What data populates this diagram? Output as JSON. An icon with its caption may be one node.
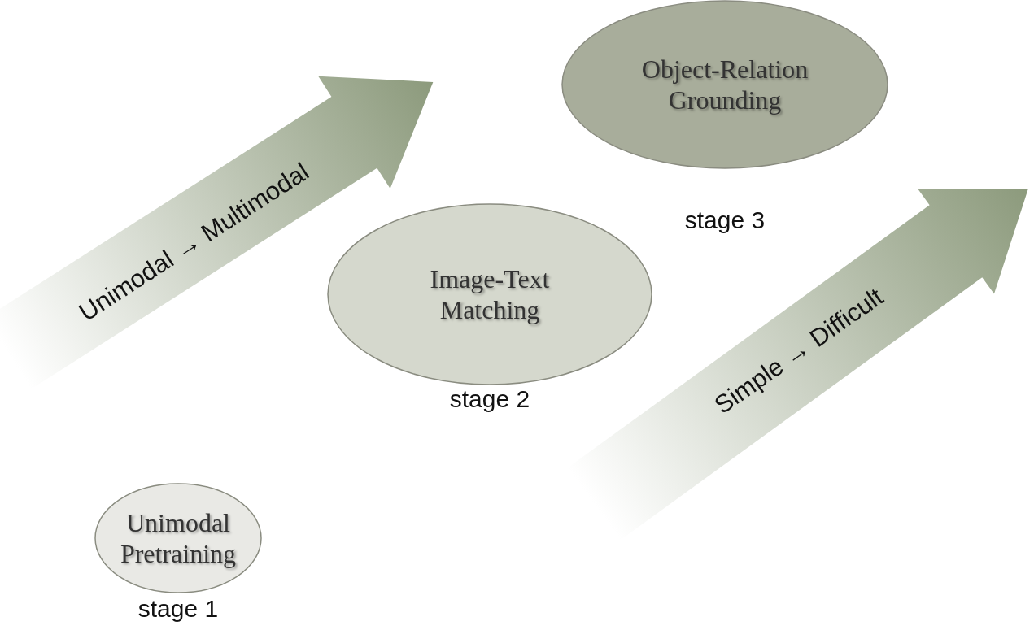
{
  "diagram": {
    "nodes": [
      {
        "text": [
          "Unimodal Pretraining"
        ],
        "beside": [
          "stage 1"
        ]
      },
      {
        "text": [
          "Image-Text Matching"
        ],
        "beside": [
          "stage 2"
        ]
      },
      {
        "text": [
          "Object-Relation Grounding"
        ],
        "beside": [
          "stage 3"
        ]
      }
    ],
    "labels": [
      "Unimodal → Multimodal",
      "Simple → Difficult"
    ]
  }
}
